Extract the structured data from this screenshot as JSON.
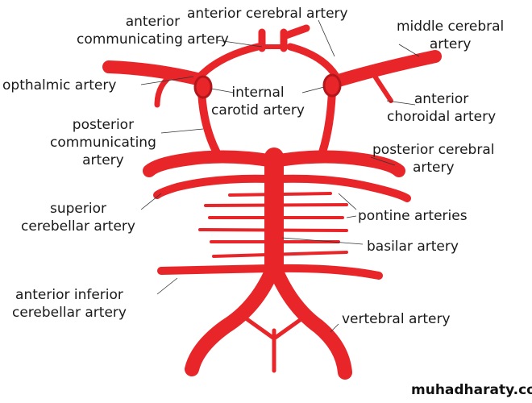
{
  "labels": {
    "anterior_communicating": [
      "anterior",
      "communicating artery"
    ],
    "anterior_cerebral": "anterior cerebral artery",
    "middle_cerebral": [
      "middle cerebral",
      "artery"
    ],
    "opthalmic": "opthalmic artery",
    "internal_carotid": [
      "internal",
      "carotid artery"
    ],
    "anterior_choroidal": [
      "anterior",
      "choroidal artery"
    ],
    "posterior_communicating": [
      "posterior",
      "communicating",
      "artery"
    ],
    "posterior_cerebral": [
      "posterior cerebral",
      "artery"
    ],
    "superior_cerebellar": [
      "superior",
      "cerebellar artery"
    ],
    "pontine": "pontine arteries",
    "basilar": "basilar artery",
    "anterior_inferior_cerebellar": [
      "anterior inferior",
      "cerebellar artery"
    ],
    "vertebral": "vertebral artery"
  },
  "watermark": "muhadharaty.com",
  "colors": {
    "artery": "#e8262a",
    "artery_dark": "#b5161b"
  }
}
